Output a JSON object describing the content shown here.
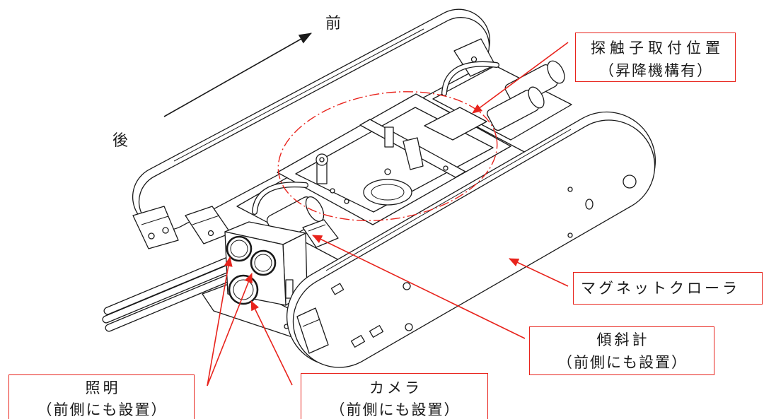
{
  "direction": {
    "front": "前",
    "rear": "後"
  },
  "callouts": {
    "probe_mount": {
      "title": "探触子取付位置",
      "note": "（昇降機構有）"
    },
    "magnet_crawler": {
      "title": "マグネットクローラ"
    },
    "inclinometer": {
      "title": "傾斜計",
      "note": "（前側にも設置）"
    },
    "lighting": {
      "title": "照明",
      "note": "（前側にも設置）"
    },
    "camera": {
      "title": "カメラ",
      "note": "（前側にも設置）"
    }
  },
  "colors": {
    "callout": "#e8231c",
    "line": "#1a1a1a"
  }
}
